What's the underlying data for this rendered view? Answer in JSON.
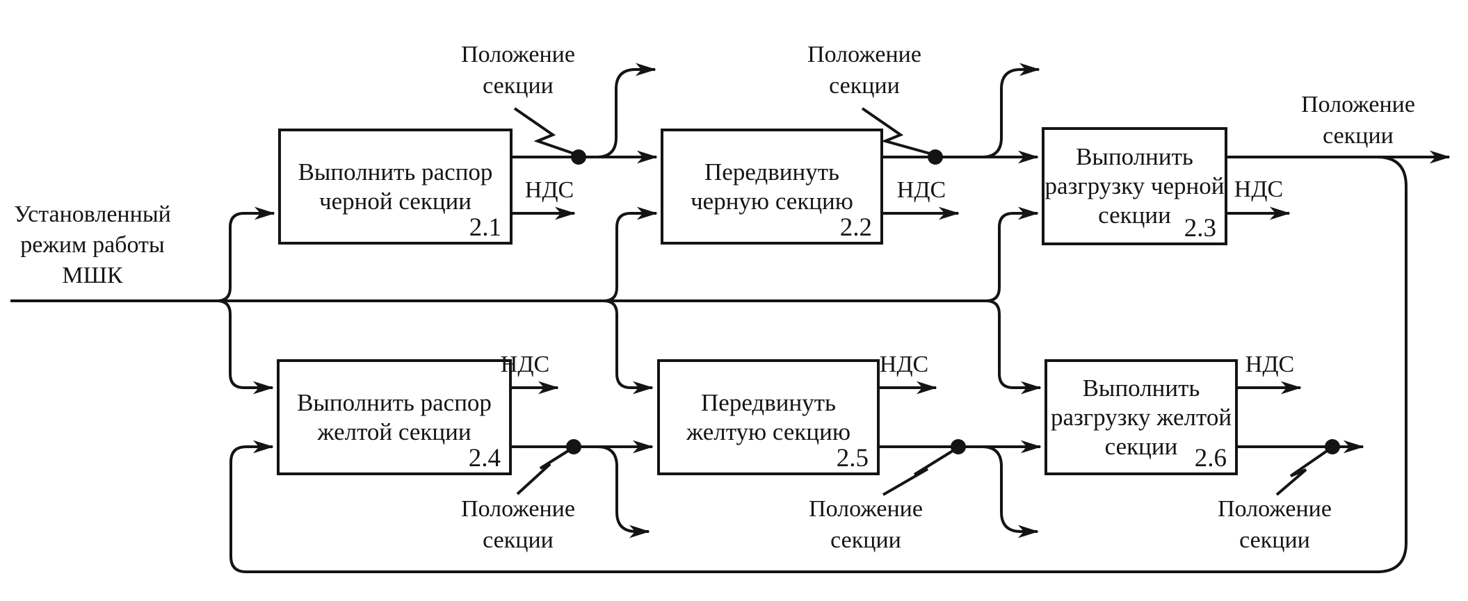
{
  "diagram": {
    "source_label": {
      "line1": "Установленный",
      "line2": "режим работы",
      "line3": "МШК"
    },
    "position_label": {
      "line1": "Положение",
      "line2": "секции"
    },
    "nds_label": "НДС",
    "boxes": [
      {
        "number": "2.1",
        "line1": "Выполнить распор",
        "line2": "черной секции"
      },
      {
        "number": "2.2",
        "line1": "Передвинуть",
        "line2": "черную секцию"
      },
      {
        "number": "2.3",
        "line1": "Выполнить",
        "line2": "разгрузку черной",
        "line3": "секции"
      },
      {
        "number": "2.4",
        "line1": "Выполнить распор",
        "line2": "желтой секции"
      },
      {
        "number": "2.5",
        "line1": "Передвинуть",
        "line2": "желтую секцию"
      },
      {
        "number": "2.6",
        "line1": "Выполнить",
        "line2": "разгрузку желтой",
        "line3": "секции"
      }
    ],
    "colors": {
      "line": "#141414",
      "background": "#ffffff"
    }
  }
}
